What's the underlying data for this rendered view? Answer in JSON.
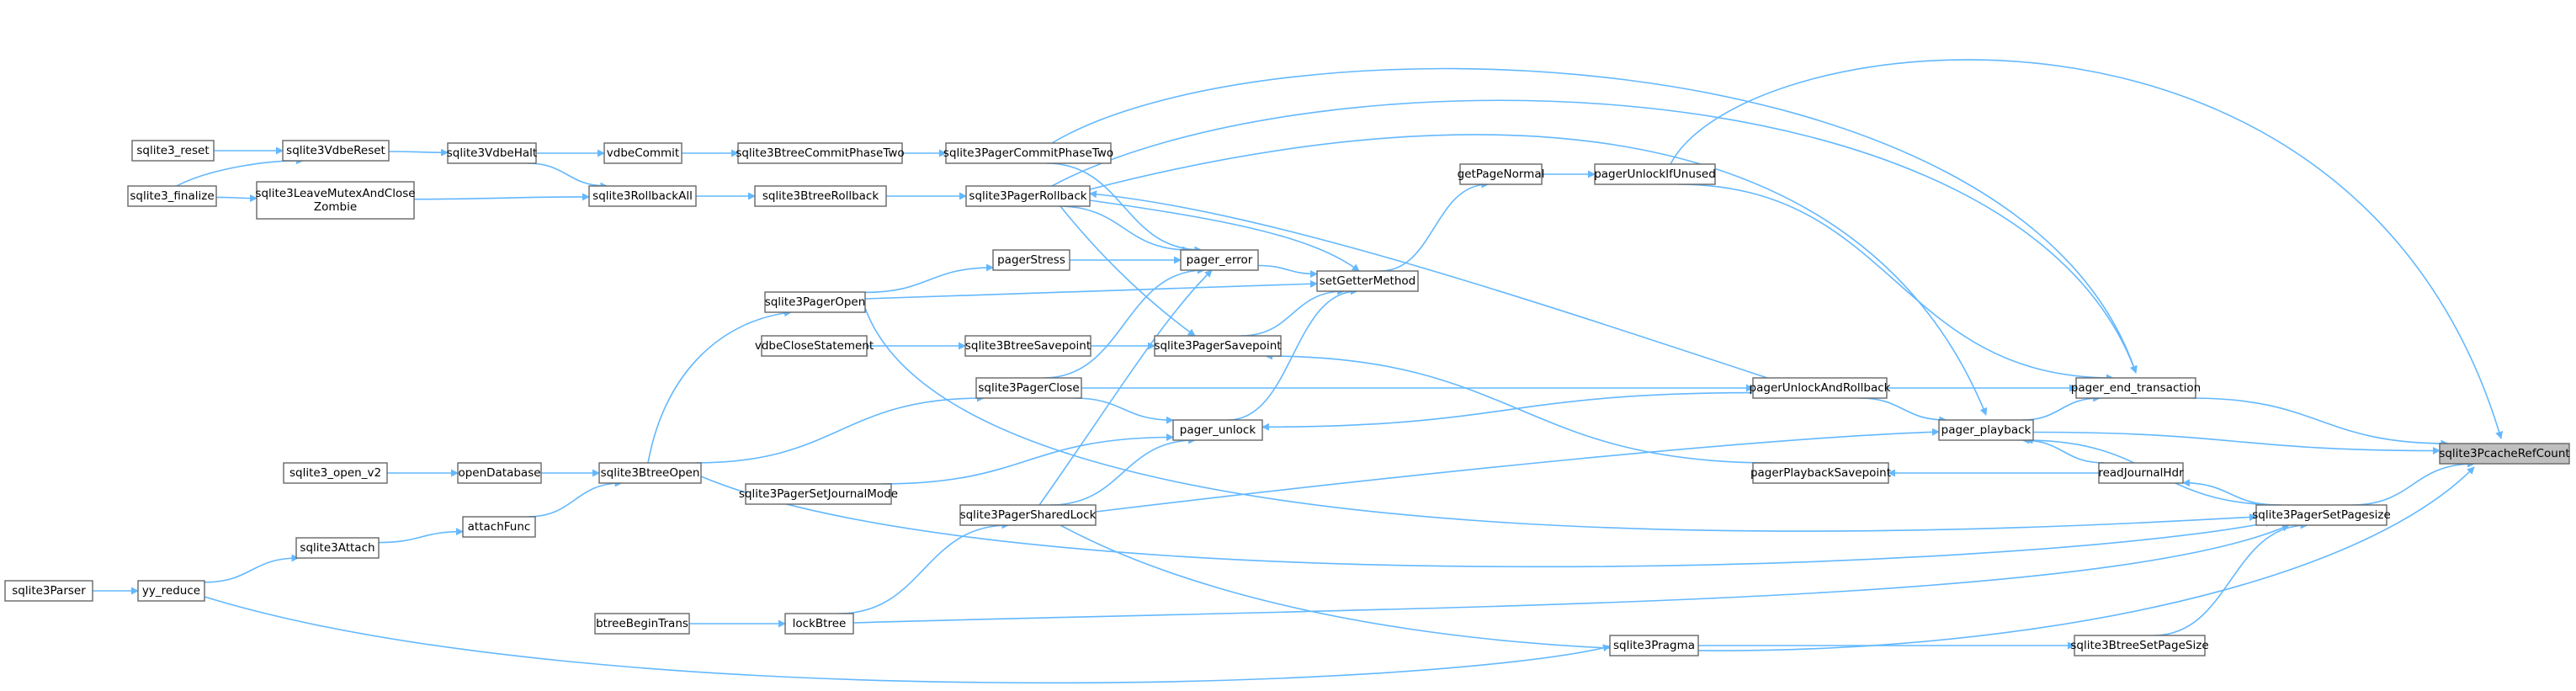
{
  "colors": {
    "edge": "#63b8ff",
    "node_border": "#666666",
    "root_fill": "#bfbfbf",
    "background": "#ffffff"
  },
  "root": "sqlite3PcacheRefCount",
  "nodes": [
    {
      "id": "sqlite3PcacheRefCount",
      "lines": [
        "sqlite3PcacheRefCount"
      ]
    },
    {
      "id": "pager_end_transaction",
      "lines": [
        "pager_end_transaction"
      ]
    },
    {
      "id": "pager_playback",
      "lines": [
        "pager_playback"
      ]
    },
    {
      "id": "sqlite3PagerSetPagesize",
      "lines": [
        "sqlite3PagerSetPagesize"
      ]
    },
    {
      "id": "pagerUnlockAndRollback",
      "lines": [
        "pagerUnlockAndRollback"
      ]
    },
    {
      "id": "pagerUnlockIfUnused",
      "lines": [
        "pagerUnlockIfUnused"
      ]
    },
    {
      "id": "getPageNormal",
      "lines": [
        "getPageNormal"
      ]
    },
    {
      "id": "readJournalHdr",
      "lines": [
        "readJournalHdr"
      ]
    },
    {
      "id": "pagerPlaybackSavepoint",
      "lines": [
        "pagerPlaybackSavepoint"
      ]
    },
    {
      "id": "sqlite3BtreeSetPageSize",
      "lines": [
        "sqlite3BtreeSetPageSize"
      ]
    },
    {
      "id": "sqlite3Pragma",
      "lines": [
        "sqlite3Pragma"
      ]
    },
    {
      "id": "setGetterMethod",
      "lines": [
        "setGetterMethod"
      ]
    },
    {
      "id": "pager_error",
      "lines": [
        "pager_error"
      ]
    },
    {
      "id": "pager_unlock",
      "lines": [
        "pager_unlock"
      ]
    },
    {
      "id": "sqlite3PagerSavepoint",
      "lines": [
        "sqlite3PagerSavepoint"
      ]
    },
    {
      "id": "sqlite3PagerCommitPhaseTwo",
      "lines": [
        "sqlite3PagerCommitPhaseTwo"
      ]
    },
    {
      "id": "sqlite3PagerRollback",
      "lines": [
        "sqlite3PagerRollback"
      ]
    },
    {
      "id": "pagerStress",
      "lines": [
        "pagerStress"
      ]
    },
    {
      "id": "sqlite3BtreeSavepoint",
      "lines": [
        "sqlite3BtreeSavepoint"
      ]
    },
    {
      "id": "sqlite3PagerClose",
      "lines": [
        "sqlite3PagerClose"
      ]
    },
    {
      "id": "sqlite3PagerSharedLock",
      "lines": [
        "sqlite3PagerSharedLock"
      ]
    },
    {
      "id": "sqlite3BtreeCommitPhaseTwo",
      "lines": [
        "sqlite3BtreeCommitPhaseTwo"
      ]
    },
    {
      "id": "sqlite3BtreeRollback",
      "lines": [
        "sqlite3BtreeRollback"
      ]
    },
    {
      "id": "sqlite3PagerOpen",
      "lines": [
        "sqlite3PagerOpen"
      ]
    },
    {
      "id": "vdbeCloseStatement",
      "lines": [
        "vdbeCloseStatement"
      ]
    },
    {
      "id": "sqlite3PagerSetJournalMode",
      "lines": [
        "sqlite3PagerSetJournalMode"
      ]
    },
    {
      "id": "lockBtree",
      "lines": [
        "lockBtree"
      ]
    },
    {
      "id": "btreeBeginTrans",
      "lines": [
        "btreeBeginTrans"
      ]
    },
    {
      "id": "vdbeCommit",
      "lines": [
        "vdbeCommit"
      ]
    },
    {
      "id": "sqlite3RollbackAll",
      "lines": [
        "sqlite3RollbackAll"
      ]
    },
    {
      "id": "sqlite3BtreeOpen",
      "lines": [
        "sqlite3BtreeOpen"
      ]
    },
    {
      "id": "sqlite3VdbeHalt",
      "lines": [
        "sqlite3VdbeHalt"
      ]
    },
    {
      "id": "sqlite3LeaveMutexAndCloseZombie",
      "lines": [
        "sqlite3LeaveMutexAndClose",
        "Zombie"
      ]
    },
    {
      "id": "openDatabase",
      "lines": [
        "openDatabase"
      ]
    },
    {
      "id": "attachFunc",
      "lines": [
        "attachFunc"
      ]
    },
    {
      "id": "sqlite3VdbeReset",
      "lines": [
        "sqlite3VdbeReset"
      ]
    },
    {
      "id": "sqlite3_finalize",
      "lines": [
        "sqlite3_finalize"
      ]
    },
    {
      "id": "sqlite3_reset",
      "lines": [
        "sqlite3_reset"
      ]
    },
    {
      "id": "sqlite3_open_v2",
      "lines": [
        "sqlite3_open_v2"
      ]
    },
    {
      "id": "sqlite3Attach",
      "lines": [
        "sqlite3Attach"
      ]
    },
    {
      "id": "yy_reduce",
      "lines": [
        "yy_reduce"
      ]
    },
    {
      "id": "sqlite3Parser",
      "lines": [
        "sqlite3Parser"
      ]
    }
  ],
  "edges": [
    [
      "pager_end_transaction",
      "sqlite3PcacheRefCount"
    ],
    [
      "pager_playback",
      "sqlite3PcacheRefCount"
    ],
    [
      "sqlite3PagerSetPagesize",
      "sqlite3PcacheRefCount"
    ],
    [
      "pagerUnlockIfUnused",
      "sqlite3PcacheRefCount"
    ],
    [
      "sqlite3PagerSharedLock",
      "sqlite3PcacheRefCount"
    ],
    [
      "pager_playback",
      "pager_end_transaction"
    ],
    [
      "pagerUnlockAndRollback",
      "pager_end_transaction"
    ],
    [
      "pagerUnlockIfUnused",
      "pager_end_transaction"
    ],
    [
      "sqlite3PagerCommitPhaseTwo",
      "pager_end_transaction"
    ],
    [
      "sqlite3PagerRollback",
      "pager_end_transaction"
    ],
    [
      "readJournalHdr",
      "pager_playback"
    ],
    [
      "pagerUnlockAndRollback",
      "pager_playback"
    ],
    [
      "sqlite3PagerRollback",
      "pager_playback"
    ],
    [
      "sqlite3PagerSharedLock",
      "pager_playback"
    ],
    [
      "sqlite3PagerSetPagesize",
      "pager_playback"
    ],
    [
      "sqlite3PagerSetPagesize",
      "readJournalHdr"
    ],
    [
      "readJournalHdr",
      "pagerPlaybackSavepoint"
    ],
    [
      "sqlite3BtreeSetPageSize",
      "sqlite3PagerSetPagesize"
    ],
    [
      "sqlite3PagerOpen",
      "sqlite3PagerSetPagesize"
    ],
    [
      "sqlite3BtreeOpen",
      "sqlite3PagerSetPagesize"
    ],
    [
      "lockBtree",
      "sqlite3PagerSetPagesize"
    ],
    [
      "sqlite3Pragma",
      "sqlite3BtreeSetPageSize"
    ],
    [
      "yy_reduce",
      "sqlite3Pragma"
    ],
    [
      "getPageNormal",
      "pagerUnlockIfUnused"
    ],
    [
      "setGetterMethod",
      "getPageNormal"
    ],
    [
      "pagerUnlockAndRollback",
      "sqlite3PagerRollback"
    ],
    [
      "pagerUnlockAndRollback",
      "pager_unlock"
    ],
    [
      "sqlite3PagerClose",
      "pagerUnlockAndRollback"
    ],
    [
      "pagerPlaybackSavepoint",
      "sqlite3PagerSavepoint"
    ],
    [
      "pager_error",
      "setGetterMethod"
    ],
    [
      "pager_unlock",
      "setGetterMethod"
    ],
    [
      "sqlite3PagerSavepoint",
      "setGetterMethod"
    ],
    [
      "sqlite3PagerRollback",
      "setGetterMethod"
    ],
    [
      "sqlite3PagerOpen",
      "setGetterMethod"
    ],
    [
      "sqlite3PagerCommitPhaseTwo",
      "pager_error"
    ],
    [
      "sqlite3PagerRollback",
      "pager_error"
    ],
    [
      "pagerStress",
      "pager_error"
    ],
    [
      "sqlite3PagerClose",
      "pager_error"
    ],
    [
      "sqlite3PagerSharedLock",
      "pager_error"
    ],
    [
      "sqlite3PagerRollback",
      "sqlite3PagerSavepoint"
    ],
    [
      "sqlite3BtreeSavepoint",
      "sqlite3PagerSavepoint"
    ],
    [
      "sqlite3PagerClose",
      "pager_unlock"
    ],
    [
      "sqlite3PagerSetJournalMode",
      "pager_unlock"
    ],
    [
      "sqlite3PagerSharedLock",
      "pager_unlock"
    ],
    [
      "sqlite3BtreeCommitPhaseTwo",
      "sqlite3PagerCommitPhaseTwo"
    ],
    [
      "sqlite3BtreeRollback",
      "sqlite3PagerRollback"
    ],
    [
      "sqlite3PagerOpen",
      "pagerStress"
    ],
    [
      "vdbeCloseStatement",
      "sqlite3BtreeSavepoint"
    ],
    [
      "sqlite3BtreeOpen",
      "sqlite3PagerClose"
    ],
    [
      "lockBtree",
      "sqlite3PagerSharedLock"
    ],
    [
      "btreeBeginTrans",
      "lockBtree"
    ],
    [
      "vdbeCommit",
      "sqlite3BtreeCommitPhaseTwo"
    ],
    [
      "sqlite3RollbackAll",
      "sqlite3BtreeRollback"
    ],
    [
      "sqlite3BtreeOpen",
      "sqlite3PagerOpen"
    ],
    [
      "sqlite3VdbeHalt",
      "vdbeCommit"
    ],
    [
      "sqlite3VdbeHalt",
      "sqlite3RollbackAll"
    ],
    [
      "sqlite3LeaveMutexAndCloseZombie",
      "sqlite3RollbackAll"
    ],
    [
      "openDatabase",
      "sqlite3BtreeOpen"
    ],
    [
      "attachFunc",
      "sqlite3BtreeOpen"
    ],
    [
      "sqlite3VdbeReset",
      "sqlite3VdbeHalt"
    ],
    [
      "sqlite3_finalize",
      "sqlite3VdbeReset"
    ],
    [
      "sqlite3_finalize",
      "sqlite3LeaveMutexAndCloseZombie"
    ],
    [
      "sqlite3_reset",
      "sqlite3VdbeReset"
    ],
    [
      "sqlite3_open_v2",
      "openDatabase"
    ],
    [
      "sqlite3Attach",
      "attachFunc"
    ],
    [
      "yy_reduce",
      "sqlite3Attach"
    ],
    [
      "sqlite3Parser",
      "yy_reduce"
    ]
  ]
}
